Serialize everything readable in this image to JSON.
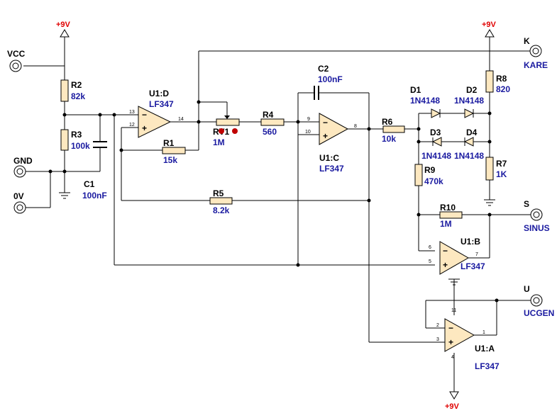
{
  "terminals": {
    "vcc": "VCC",
    "gnd": "GND",
    "zero": "0V",
    "k": "K",
    "kare": "KARE",
    "s": "S",
    "sinus": "SINUS",
    "u": "U",
    "ucgen": "UCGEN"
  },
  "supplies": {
    "top_left": "+9V",
    "top_right": "+9V",
    "bottom": "+9V"
  },
  "components": {
    "r1": {
      "ref": "R1",
      "value": "15k"
    },
    "r2": {
      "ref": "R2",
      "value": "82k"
    },
    "r3": {
      "ref": "R3",
      "value": "100k"
    },
    "r4": {
      "ref": "R4",
      "value": "560"
    },
    "r5": {
      "ref": "R5",
      "value": "8.2k"
    },
    "r6": {
      "ref": "R6",
      "value": "10k"
    },
    "r7": {
      "ref": "R7",
      "value": "1K"
    },
    "r8": {
      "ref": "R8",
      "value": "820"
    },
    "r9": {
      "ref": "R9",
      "value": "470k"
    },
    "r10": {
      "ref": "R10",
      "value": "1M"
    },
    "rv1": {
      "ref": "RV1",
      "value": "1M"
    },
    "c1": {
      "ref": "C1",
      "value": "100nF"
    },
    "c2": {
      "ref": "C2",
      "value": "100nF"
    },
    "d1": {
      "ref": "D1",
      "value": "1N4148"
    },
    "d2": {
      "ref": "D2",
      "value": "1N4148"
    },
    "d3": {
      "ref": "D3",
      "value": "1N4148"
    },
    "d4": {
      "ref": "D4",
      "value": "1N4148"
    },
    "u1d": {
      "ref": "U1:D",
      "value": "LF347"
    },
    "u1c": {
      "ref": "U1:C",
      "value": "LF347"
    },
    "u1b": {
      "ref": "U1:B",
      "value": "LF347"
    },
    "u1a": {
      "ref": "U1:A",
      "value": "LF347"
    }
  },
  "pins": {
    "p13": "13",
    "p12": "12",
    "p14": "14",
    "p9": "9",
    "p10": "10",
    "p8": "8",
    "p6": "6",
    "p5": "5",
    "p7": "7",
    "p2": "2",
    "p3": "3",
    "p1": "1",
    "p11": "11",
    "p4": "4"
  },
  "opamp_signs": {
    "minus": "−",
    "plus": "+"
  }
}
